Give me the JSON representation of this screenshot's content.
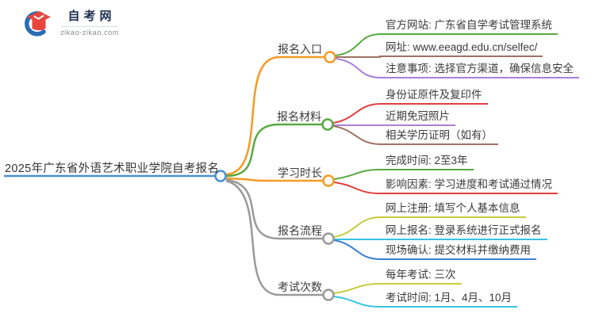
{
  "brand": {
    "name": "自考网",
    "domain": "zikao-zikao.com",
    "icon": "graduation-cap-icon",
    "navy": "#1d2d4e",
    "red": "#e8453f",
    "blue": "#2b6cb5"
  },
  "mindmap": {
    "root": {
      "label": "2025年广东省外语艺术职业学院自考报名",
      "color": "#4a90d2"
    },
    "branches": [
      {
        "label": "报名入口",
        "color": "#f59a23",
        "children": [
          {
            "label": "官方网站: 广东省自学考试管理系统",
            "color": "#58a942"
          },
          {
            "label": "网址: www.eeagd.edu.cn/selfec/",
            "color": "#9e7264"
          },
          {
            "label": "注意事项: 选择官方渠道，确保信息安全",
            "color": "#aa7fd8"
          }
        ]
      },
      {
        "label": "报名材料",
        "color": "#58a942",
        "children": [
          {
            "label": "身份证原件及复印件",
            "color": "#e03f3f"
          },
          {
            "label": "近期免冠照片",
            "color": "#aa7fd8"
          },
          {
            "label": "相关学历证明（如有）",
            "color": "#9e7264"
          }
        ]
      },
      {
        "label": "学习时长",
        "color": "#f59a23",
        "children": [
          {
            "label": "完成时间: 2至3年",
            "color": "#58a942"
          },
          {
            "label": "影响因素: 学习进度和考试通过情况",
            "color": "#e03f3f"
          }
        ]
      },
      {
        "label": "报名流程",
        "color": "#999999",
        "children": [
          {
            "label": "网上注册: 填写个人基本信息",
            "color": "#c8cc3d"
          },
          {
            "label": "网上报名: 登录系统进行正式报名",
            "color": "#35c3e3"
          },
          {
            "label": "现场确认: 提交材料并缴纳费用",
            "color": "#3b80d4"
          }
        ]
      },
      {
        "label": "考试次数",
        "color": "#999999",
        "children": [
          {
            "label": "每年考试: 三次",
            "color": "#c8cc3d"
          },
          {
            "label": "考试时间: 1月、4月、10月",
            "color": "#35c3e3"
          }
        ]
      }
    ]
  }
}
